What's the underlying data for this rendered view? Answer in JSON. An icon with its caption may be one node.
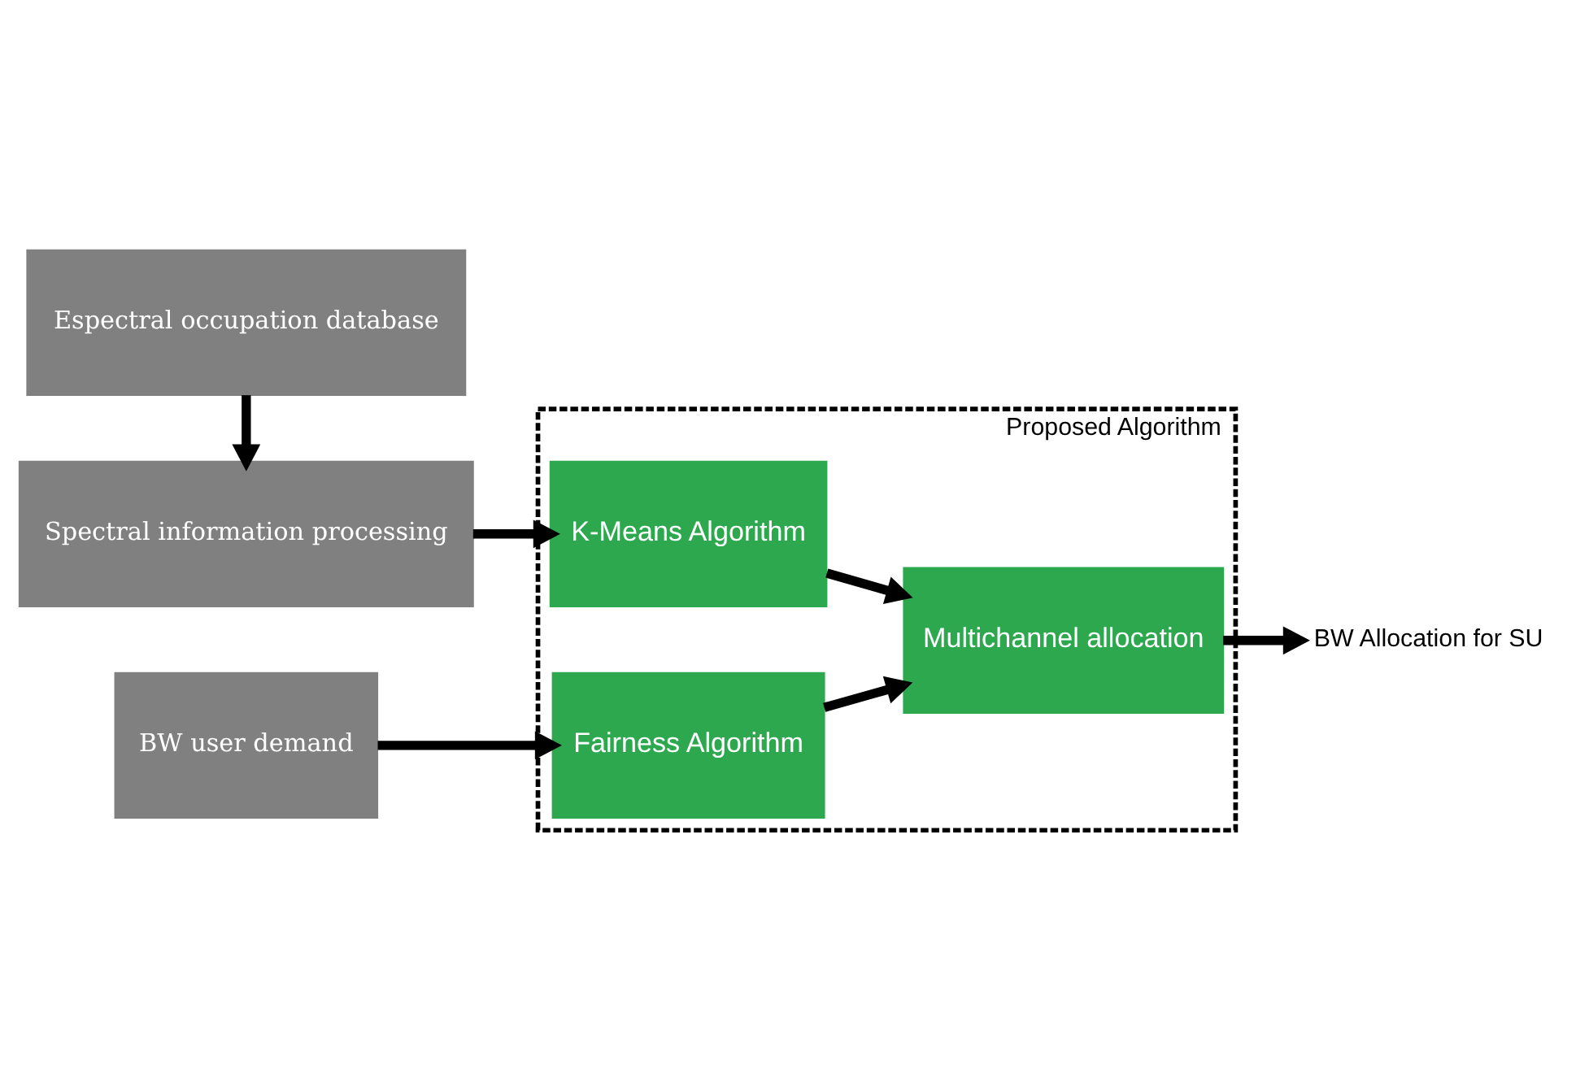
{
  "diagram": {
    "nodes": [
      {
        "text": [
          "Espectral occupation database"
        ]
      },
      {
        "text": [
          "Spectral information processing"
        ]
      },
      {
        "text": [
          "BW user demand"
        ]
      },
      {
        "text": [
          "Proposed Algorithm"
        ]
      },
      {
        "text": [
          "K-Means Algorithm"
        ],
        "in": 3
      },
      {
        "text": [
          "Fairness Algorithm"
        ],
        "in": 3
      },
      {
        "text": [
          "Multichannel allocation"
        ],
        "in": 3
      },
      {
        "text": [
          "BW Allocation for SU"
        ]
      }
    ],
    "edges": [
      {
        "from": 0,
        "to": 1,
        "arrow": "to"
      },
      {
        "from": 1,
        "to": 4,
        "arrow": "to"
      },
      {
        "from": 2,
        "to": 5,
        "arrow": "to"
      },
      {
        "from": 4,
        "to": 6,
        "arrow": "to"
      },
      {
        "from": 5,
        "to": 6,
        "arrow": "to"
      },
      {
        "from": 6,
        "to": 7,
        "arrow": "to"
      }
    ]
  }
}
